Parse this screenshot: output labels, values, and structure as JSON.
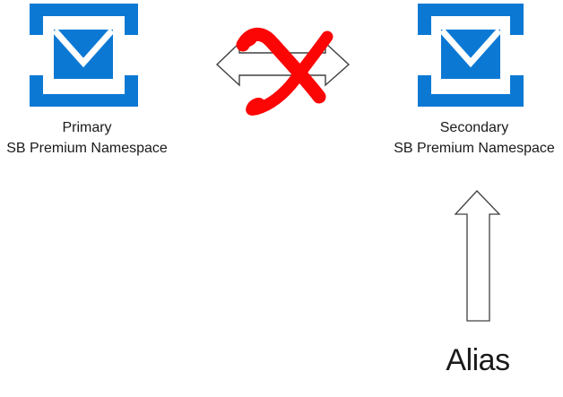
{
  "colors": {
    "background": "#ffffff",
    "icon_blue": "#0b79d4",
    "flap_white": "#ffffff",
    "outline_gray": "#404040",
    "shape_fill": "#ffffff",
    "cross_red": "#fb0505",
    "text_black": "#1a1a1a"
  },
  "nodes": {
    "primary": {
      "icon": "service-bus-icon",
      "line1": "Primary",
      "line2": "SB Premium Namespace"
    },
    "secondary": {
      "icon": "service-bus-icon",
      "line1": "Secondary",
      "line2": "SB Premium Namespace"
    }
  },
  "connection": {
    "icon": "double-headed-arrow-icon",
    "overlay_icon": "red-cross-icon"
  },
  "alias": {
    "icon": "up-arrow-icon",
    "label": "Alias"
  }
}
